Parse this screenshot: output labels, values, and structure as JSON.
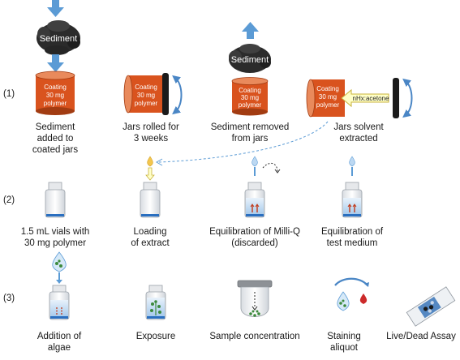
{
  "row_labels": [
    "(1)",
    "(2)",
    "(3)"
  ],
  "jar_text": {
    "line1": "Coating",
    "line2": "30 mg",
    "line3": "polymer"
  },
  "sediment_label": "Sediment",
  "solvent_label": "nHx:acetone",
  "captions": {
    "step1a": [
      "Sediment",
      "added to",
      "coated jars"
    ],
    "step1b": [
      "Jars rolled for",
      "3 weeks"
    ],
    "step1c": [
      "Sediment removed",
      "from jars"
    ],
    "step1d": [
      "Jars solvent",
      "extracted"
    ],
    "step2a": [
      "1.5 mL vials with",
      "30 mg polymer"
    ],
    "step2b": [
      "Loading",
      "of extract"
    ],
    "step2c": [
      "Equilibration of Milli-Q",
      "(discarded)"
    ],
    "step2d": [
      "Equilibration of",
      "test medium"
    ],
    "step3a": [
      "Addition of",
      "algae"
    ],
    "step3b": [
      "Exposure"
    ],
    "step3c": [
      "Sample concentration"
    ],
    "step3d": [
      "Staining",
      "aliquot"
    ],
    "step3e": [
      "Live/Dead Assay"
    ]
  },
  "colors": {
    "arrow_blue": "#5b9bd5",
    "jar_orange": "#d9531e",
    "jar_dark": "#a23c12",
    "rim_orange": "#e98a5c",
    "sediment": "#2b2b2b",
    "lid_black": "#1b1b1b",
    "rotation_arrow": "#4a86c5",
    "solvent_arrow_fill": "#ffffc8",
    "solvent_arrow_stroke": "#c9b33c",
    "vial_blue": "#2a6fc0",
    "algae_green": "#3c8a3c",
    "stain_red": "#cc2a2a"
  }
}
